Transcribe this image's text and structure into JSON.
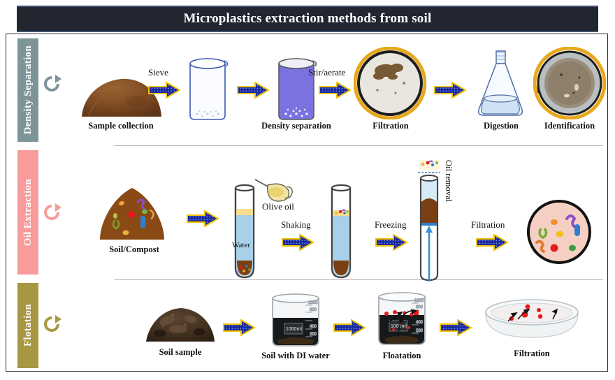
{
  "title": "Microplastics extraction methods from soil",
  "colors": {
    "title_bg": "#222630",
    "row1_accent": "#7d9499",
    "row2_accent": "#f79b9b",
    "row3_accent": "#a79742",
    "arrow_fill": "#1a2a9c",
    "arrow_edge": "#f2c300",
    "petri_ring": "#e8a81c",
    "water_blue": "#a8d0ea",
    "oil_yellow": "#f7e3a0",
    "soil_brown": "#7a3f12",
    "liquid_violet": "#7b72e0",
    "particle_red": "#e41b1b"
  },
  "rows": [
    {
      "label": "Density Separation",
      "icon": "loop-arrow-icon",
      "steps": [
        {
          "caption": "Sample collection",
          "art": "soil-mound-photo"
        },
        {
          "caption": "",
          "art": "empty-beaker"
        },
        {
          "caption": "Density separation",
          "art": "filled-beaker"
        },
        {
          "caption": "Filtration",
          "art": "petri-dish-soil"
        },
        {
          "caption": "Digestion",
          "art": "erlenmeyer-flask"
        },
        {
          "caption": "Identification",
          "art": "petri-dish-residue"
        }
      ],
      "arrow_labels": [
        "Sieve",
        "",
        "Stir/aerate",
        "",
        ""
      ]
    },
    {
      "label": "Oil Extraction",
      "icon": "loop-arrow-icon",
      "steps": [
        {
          "caption": "Soil/Compost",
          "art": "soil-compost-mound"
        },
        {
          "caption": "",
          "art": "test-tube-water-oil"
        },
        {
          "caption": "",
          "art": "test-tube-shaken"
        },
        {
          "caption": "",
          "art": "test-tube-frozen"
        },
        {
          "caption": "",
          "art": "petri-dish-pink"
        }
      ],
      "arrow_labels": [
        "",
        "Shaking",
        "Freezing",
        "Filtration"
      ],
      "inline_labels": [
        "Olive oil",
        "Water",
        "Oil removal"
      ]
    },
    {
      "label": "Flotation",
      "icon": "loop-arrow-icon",
      "steps": [
        {
          "caption": "Soil sample",
          "art": "soil-sample-photo"
        },
        {
          "caption": "Soil with DI water",
          "art": "beaker-di-water"
        },
        {
          "caption": "Floatation",
          "art": "beaker-floatation"
        },
        {
          "caption": "Filtration",
          "art": "petri-dish-glass"
        }
      ],
      "arrow_labels": [
        "",
        "",
        ""
      ]
    }
  ]
}
